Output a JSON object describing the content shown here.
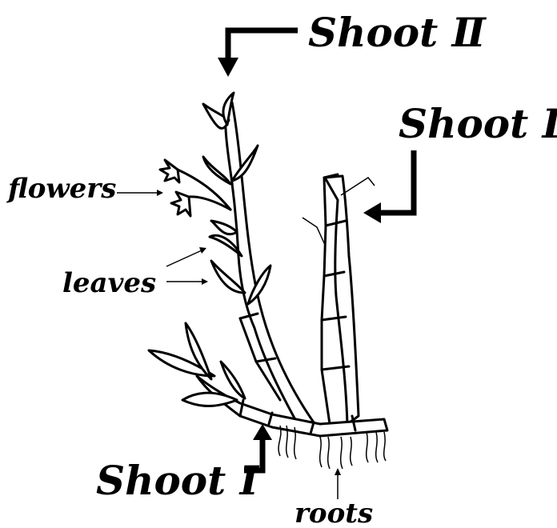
{
  "labels": {
    "shoot_1": "Shoot Ⅰ",
    "shoot_2": "Shoot Ⅱ",
    "shoot_3": "Shoot Ⅲ",
    "flowers": "flowers",
    "leaves": "leaves",
    "roots": "roots"
  },
  "colors": {
    "ink": "#000000",
    "background": "#ffffff"
  }
}
